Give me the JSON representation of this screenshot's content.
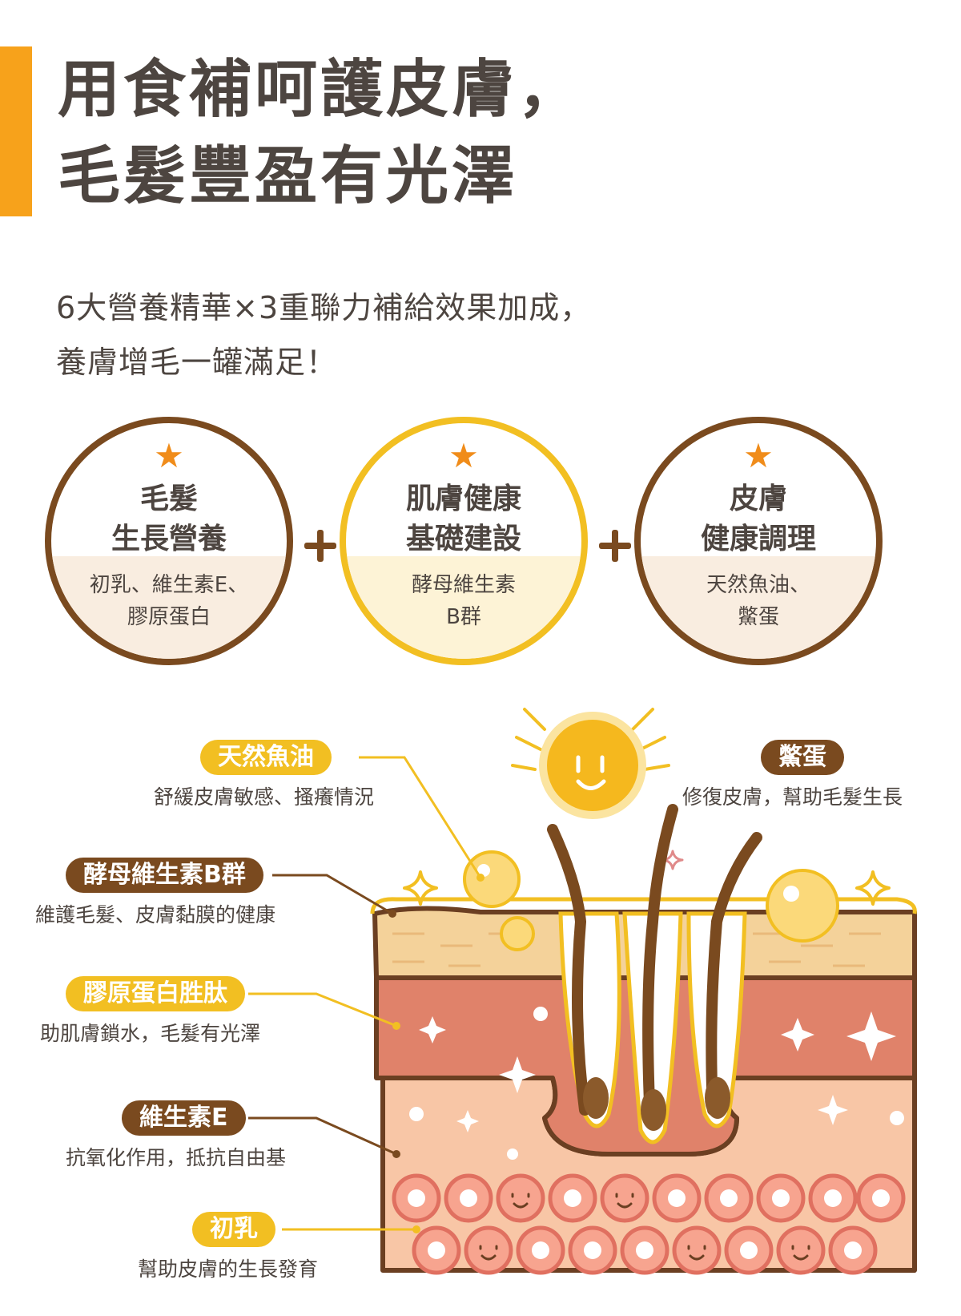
{
  "headline": {
    "line1": "用食補呵護皮膚，",
    "line2": "毛髮豐盈有光澤"
  },
  "subhead": {
    "line1": "6大營養精華×3重聯力補給效果加成，",
    "line2": "養膚增毛一罐滿足！"
  },
  "circles": [
    {
      "title_line1": "毛髮",
      "title_line2": "生長營養",
      "ingredients_line1": "初乳、維生素E、",
      "ingredients_line2": "膠原蛋白"
    },
    {
      "title_line1": "肌膚健康",
      "title_line2": "基礎建設",
      "ingredients_line1": "酵母維生素",
      "ingredients_line2": "B群"
    },
    {
      "title_line1": "皮膚",
      "title_line2": "健康調理",
      "ingredients_line1": "天然魚油、",
      "ingredients_line2": "鱉蛋"
    }
  ],
  "star_glyph": "★",
  "labels": [
    {
      "name": "天然魚油",
      "desc": "舒緩皮膚敏感、搔癢情況"
    },
    {
      "name": "酵母維生素B群",
      "desc": "維護毛髮、皮膚黏膜的健康"
    },
    {
      "name": "膠原蛋白胜肽",
      "desc": "助肌膚鎖水，毛髮有光澤"
    },
    {
      "name": "維生素E",
      "desc": "抗氧化作用，抵抗自由基"
    },
    {
      "name": "初乳",
      "desc": "幫助皮膚的生長發育"
    },
    {
      "name": "鱉蛋",
      "desc": "修復皮膚，幫助毛髮生長"
    }
  ],
  "colors": {
    "accent_orange": "#f7a21b",
    "brand_brown": "#7a4a1f",
    "brand_gold": "#f2bf22",
    "text_dark": "#4d4540",
    "skin_top": "#f4d29a",
    "skin_middle": "#e0826a",
    "skin_lower": "#f8c6a6"
  },
  "icons": [
    "star-icon",
    "plus-icon",
    "sun-icon",
    "sparkle-icon",
    "skin-cross-section",
    "hair-follicle",
    "skin-cell",
    "oil-bubble"
  ]
}
